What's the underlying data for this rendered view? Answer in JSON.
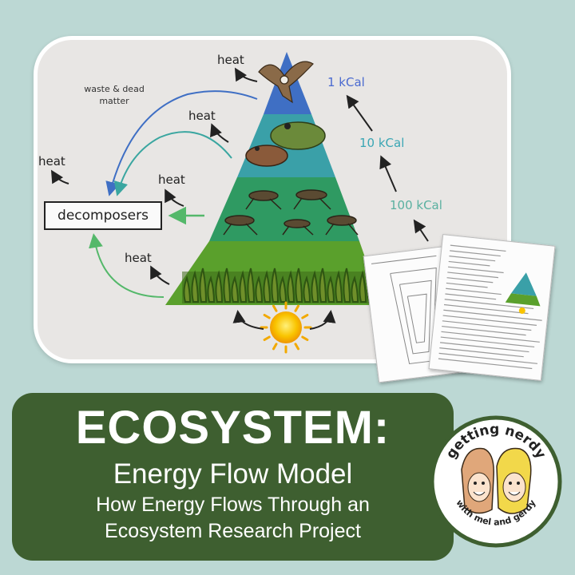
{
  "diagram": {
    "labels": {
      "heat_top": "heat",
      "heat_level2": "heat",
      "heat_left": "heat",
      "heat_level3": "heat",
      "heat_bottom": "heat",
      "waste": "waste & dead matter",
      "decomposers": "decomposers",
      "kcal_1": "1 kCal",
      "kcal_10": "10 kCal",
      "kcal_100": "100 kCal"
    },
    "colors": {
      "tier_top": "#3f6fc4",
      "tier_2": "#3aa0a8",
      "tier_3": "#2f9a62",
      "tier_4": "#5aa02c",
      "arrow_blue": "#3f6fc4",
      "arrow_teal": "#3aa6a0",
      "arrow_green": "#54b86a",
      "sun": "#f5b800"
    },
    "icons": [
      "hawk-icon",
      "frog-icon",
      "grasshopper-icon",
      "grass-icon",
      "sun-icon",
      "worksheet-icon"
    ]
  },
  "banner": {
    "title": "ECOSYSTEM:",
    "subtitle": "Energy Flow Model",
    "line1": "How Energy Flows Through an",
    "line2": "Ecosystem Research Project"
  },
  "logo": {
    "text_top": "getting nerdy",
    "text_bottom": "with mel and gerdy"
  }
}
